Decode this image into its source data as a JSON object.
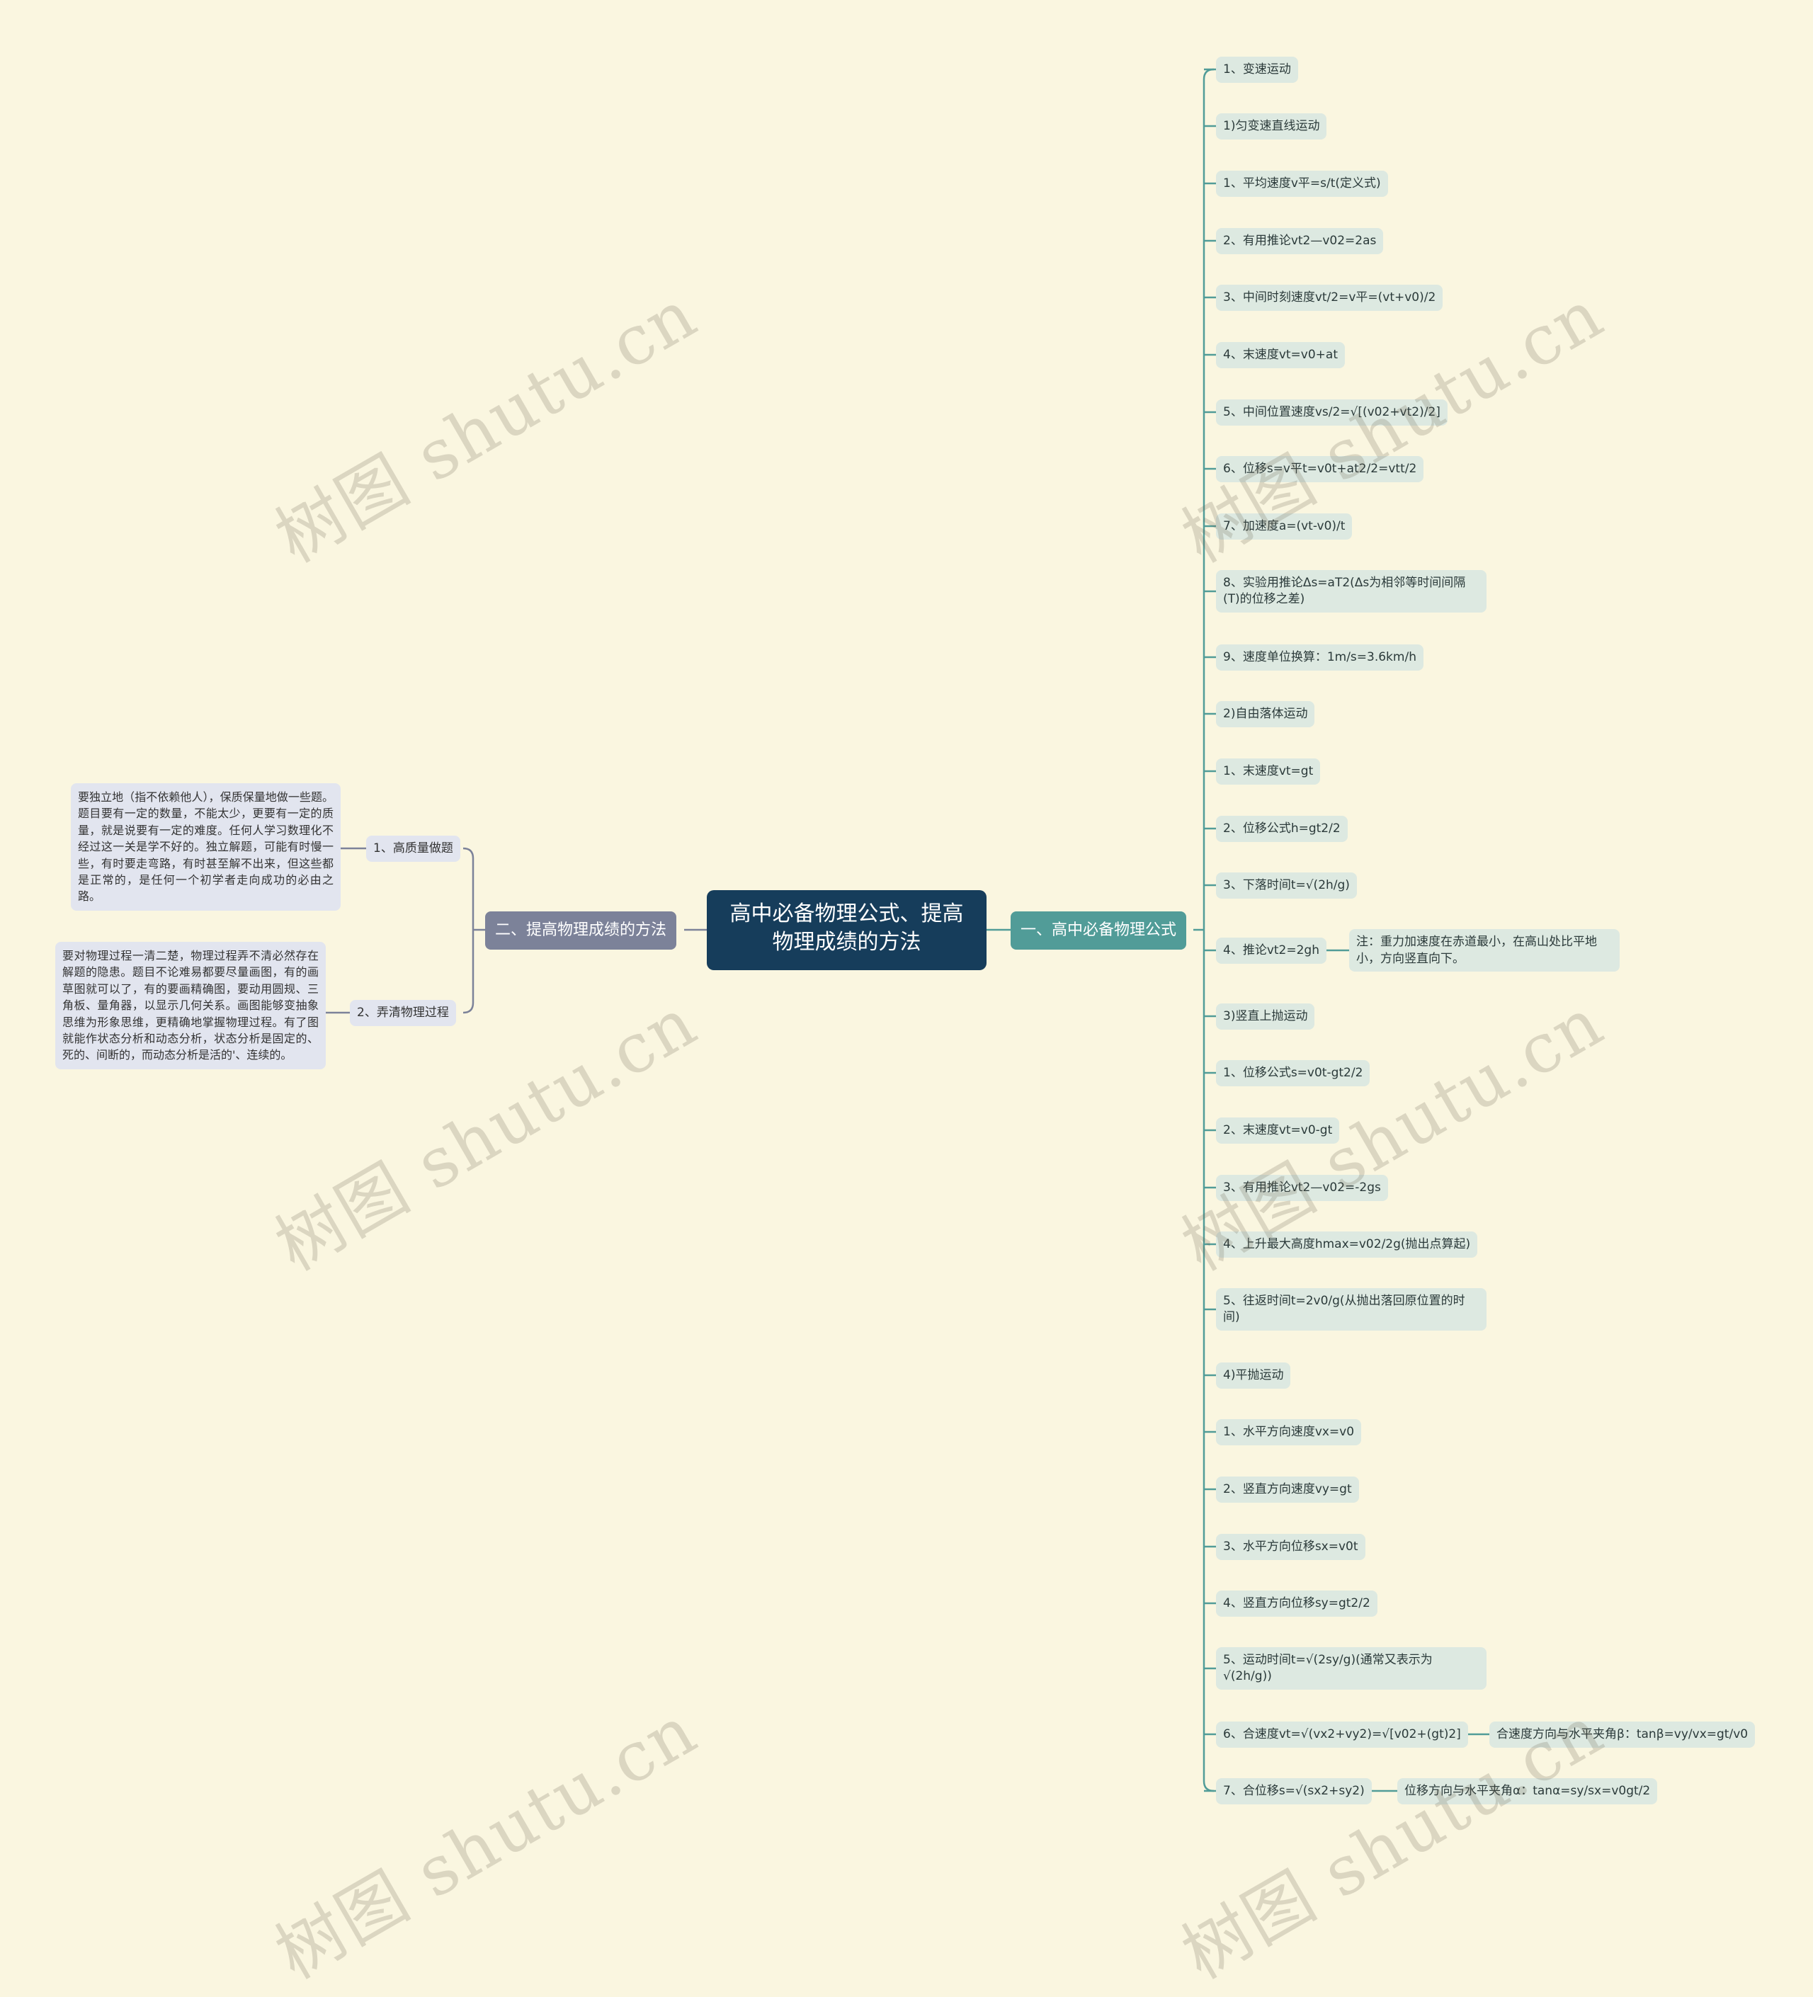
{
  "mindmap": {
    "root": "高中必备物理公式、提高物理成绩的方法",
    "branch_right": {
      "label": "一、高中必备物理公式",
      "items": [
        "1、变速运动",
        "1)匀变速直线运动",
        "1、平均速度v平=s/t(定义式)",
        "2、有用推论vt2—v02=2as",
        "3、中间时刻速度vt/2=v平=(vt+v0)/2",
        "4、末速度vt=v0+at",
        "5、中间位置速度vs/2=√[(v02+vt2)/2]",
        "6、位移s=v平t=v0t+at2/2=vtt/2",
        "7、加速度a=(vt-v0)/t",
        "8、实验用推论Δs=aT2(Δs为相邻等时间间隔(T)的位移之差)",
        "9、速度单位换算：1m/s=3.6km/h",
        "2)自由落体运动",
        "1、末速度vt=gt",
        "2、位移公式h=gt2/2",
        "3、下落时间t=√(2h/g)",
        "4、推论vt2=2gh",
        "3)竖直上抛运动",
        "1、位移公式s=v0t-gt2/2",
        "2、末速度vt=v0-gt",
        "3、有用推论vt2—v02=-2gs",
        "4、上升最大高度hmax=v02/2g(抛出点算起)",
        "5、往返时间t=2v0/g(从抛出落回原位置的时间)",
        "4)平抛运动",
        "1、水平方向速度vx=v0",
        "2、竖直方向速度vy=gt",
        "3、水平方向位移sx=v0t",
        "4、竖直方向位移sy=gt2/2",
        "5、运动时间t=√(2sy/g)(通常又表示为√(2h/g))",
        "6、合速度vt=√(vx2+vy2)=√[v02+(gt)2]",
        "7、合位移s=√(sx2+sy2)"
      ],
      "notes": {
        "note_gravity": "注：重力加速度在赤道最小，在高山处比平地小，方向竖直向下。",
        "note_angle_beta": "合速度方向与水平夹角β：tanβ=vy/vx=gt/v0",
        "note_angle_alpha": "位移方向与水平夹角α：tanα=sy/sx=v0gt/2"
      }
    },
    "branch_left": {
      "label": "二、提高物理成绩的方法",
      "items": [
        {
          "label": "1、高质量做题",
          "note": "要独立地（指不依赖他人），保质保量地做一些题。题目要有一定的数量，不能太少，更要有一定的质量，就是说要有一定的难度。任何人学习数理化不经过这一关是学不好的。独立解题，可能有时慢一些，有时要走弯路，有时甚至解不出来，但这些都是正常的，是任何一个初学者走向成功的必由之路。"
        },
        {
          "label": "2、弄清物理过程",
          "note": "要对物理过程一清二楚，物理过程弄不清必然存在解题的隐患。题目不论难易都要尽量画图，有的画草图就可以了，有的要画精确图，要动用圆规、三角板、量角器，以显示几何关系。画图能够变抽象思维为形象思维，更精确地掌握物理过程。有了图就能作状态分析和动态分析，状态分析是固定的、死的、间断的，而动态分析是活的'、连续的。"
        }
      ]
    },
    "watermark": "树图 shutu.cn",
    "colors": {
      "background": "#faf6e0",
      "root": "#163d5b",
      "branch_right": "#519c98",
      "branch_left": "#7c8299",
      "leaf_right": "#dde9e1",
      "leaf_left": "#e2e5ef",
      "line_right": "#519c98",
      "line_left": "#7c8299"
    }
  }
}
